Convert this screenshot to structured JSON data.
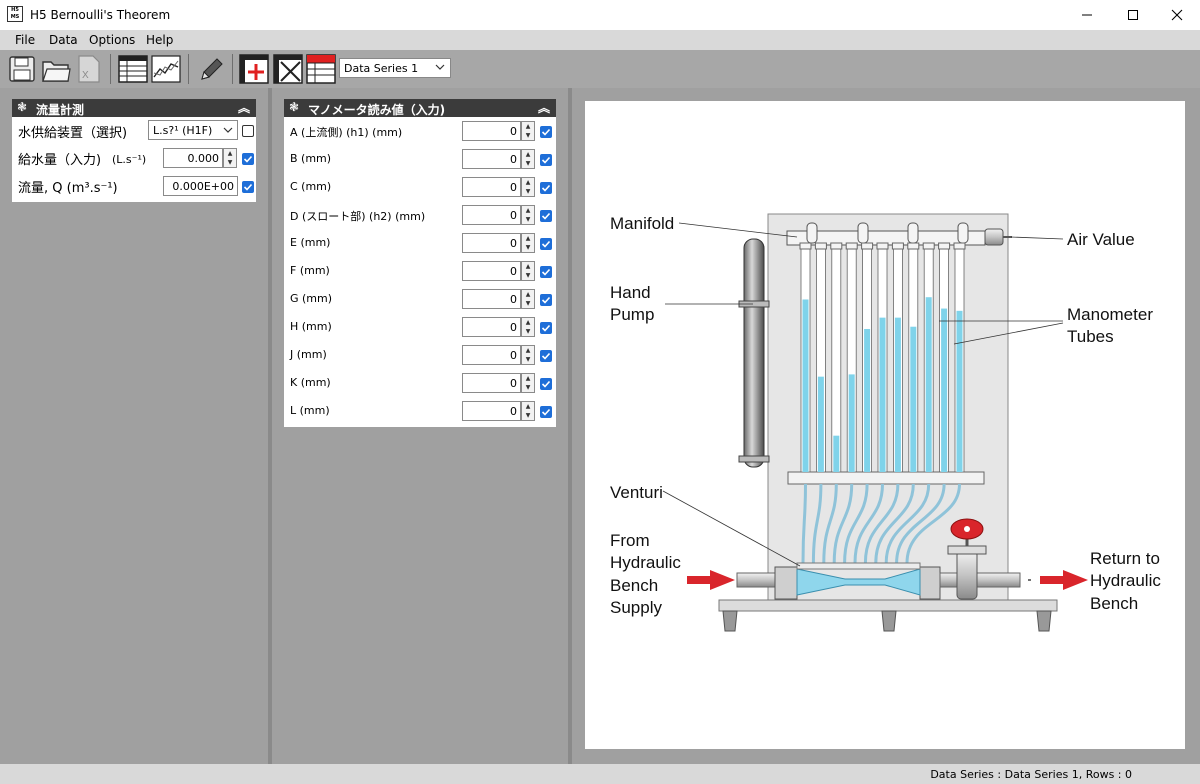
{
  "window": {
    "app_icon_text": "H5 MS",
    "title": "H5 Bernoulli's Theorem",
    "controls": {
      "minimize": "—",
      "maximize": "☐",
      "close": "✕"
    }
  },
  "menu": {
    "file": "File",
    "data": "Data",
    "options": "Options",
    "help": "Help"
  },
  "toolbar": {
    "series_select": "Data Series 1"
  },
  "flow_panel": {
    "title": "流量計測",
    "rows": [
      {
        "label": "水供給装置（選択)",
        "dropdown": "L.s?¹ (H1F)"
      },
      {
        "label": "給水量（入力)",
        "unit": "(L.s⁻¹)",
        "value": "0.000"
      },
      {
        "label": "流量, Q (m³.s⁻¹)",
        "value": "0.000E+00"
      }
    ]
  },
  "manometer_panel": {
    "title": "マノメータ読み値（入力)",
    "rows": [
      {
        "label": "A (上流側) (h1)  (mm)",
        "value": "0"
      },
      {
        "label": "B  (mm)",
        "value": "0"
      },
      {
        "label": "C  (mm)",
        "value": "0"
      },
      {
        "label": "D (スロート部) (h2)  (mm)",
        "value": "0"
      },
      {
        "label": "E  (mm)",
        "value": "0"
      },
      {
        "label": "F  (mm)",
        "value": "0"
      },
      {
        "label": "G  (mm)",
        "value": "0"
      },
      {
        "label": "H  (mm)",
        "value": "0"
      },
      {
        "label": "J  (mm)",
        "value": "0"
      },
      {
        "label": "K  (mm)",
        "value": "0"
      },
      {
        "label": "L  (mm)",
        "value": "0"
      }
    ]
  },
  "diagram": {
    "manifold": "Manifold",
    "air_value": "Air Value",
    "hand_pump_1": "Hand",
    "hand_pump_2": "Pump",
    "manometer_1": "Manometer",
    "manometer_2": "Tubes",
    "venturi": "Venturi",
    "supply_1": "From",
    "supply_2": "Hydraulic",
    "supply_3": "Bench",
    "supply_4": "Supply",
    "return_1": "Return to",
    "return_2": "Hydraulic",
    "return_3": "Bench",
    "tube_levels": [
      0.76,
      0.42,
      0.16,
      0.43,
      0.63,
      0.68,
      0.68,
      0.64,
      0.77,
      0.72,
      0.71
    ],
    "colors": {
      "water": "#7fd3ea",
      "valve": "#d9252b",
      "arrow": "#d9252b"
    }
  },
  "status": {
    "text": "Data Series : Data Series 1,  Rows : 0"
  }
}
